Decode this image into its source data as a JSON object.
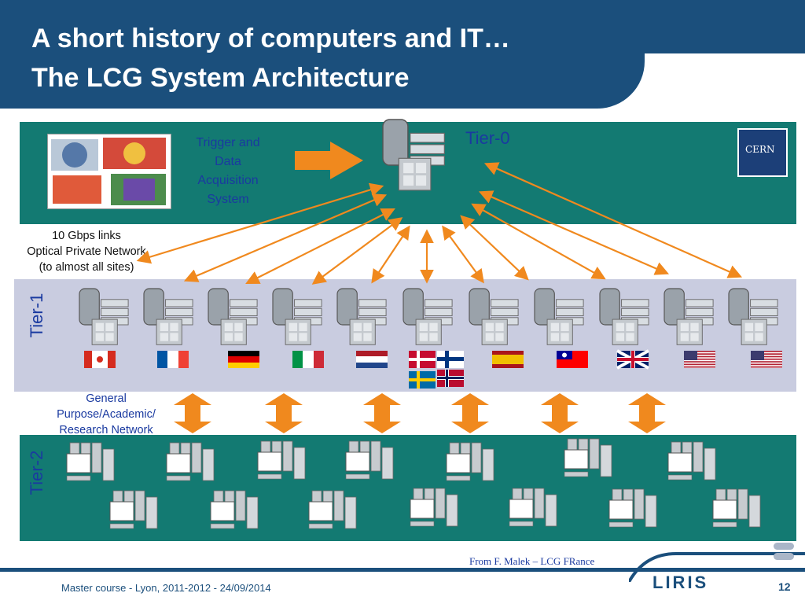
{
  "slide": {
    "title_line1": "A short history of computers and IT…",
    "title_line2": "The LCG System Architecture",
    "footer": "Master course - Lyon, 2011-2012 - 24/09/2014",
    "page_number": "12",
    "source": "From F. Malek – LCG FRance",
    "logo_text": "LIRIS",
    "cern_logo_text": "CERN"
  },
  "diagram": {
    "tier0_label": "Tier-0",
    "tier1_label": "Tier-1",
    "tier2_label": "Tier-2",
    "trigger_lines": [
      "Trigger and",
      "Data",
      "Acquisition",
      "System"
    ],
    "links_lines": [
      "10 Gbps links",
      "Optical Private Network",
      "(to almost all sites)"
    ],
    "network_lines": [
      "General",
      "Purpose/Academic/",
      "Research Network"
    ]
  },
  "tier1_flags": [
    "canada",
    "france",
    "germany",
    "italy",
    "netherlands",
    "nordic",
    "spain",
    "taiwan",
    "united-kingdom",
    "usa",
    "usa"
  ],
  "colors": {
    "title_bar": "#1b4f7c",
    "tier_band": "#137a72",
    "tier1_band": "#c9cce0",
    "arrow": "#f0891e",
    "label_blue": "#1a3aa0"
  }
}
